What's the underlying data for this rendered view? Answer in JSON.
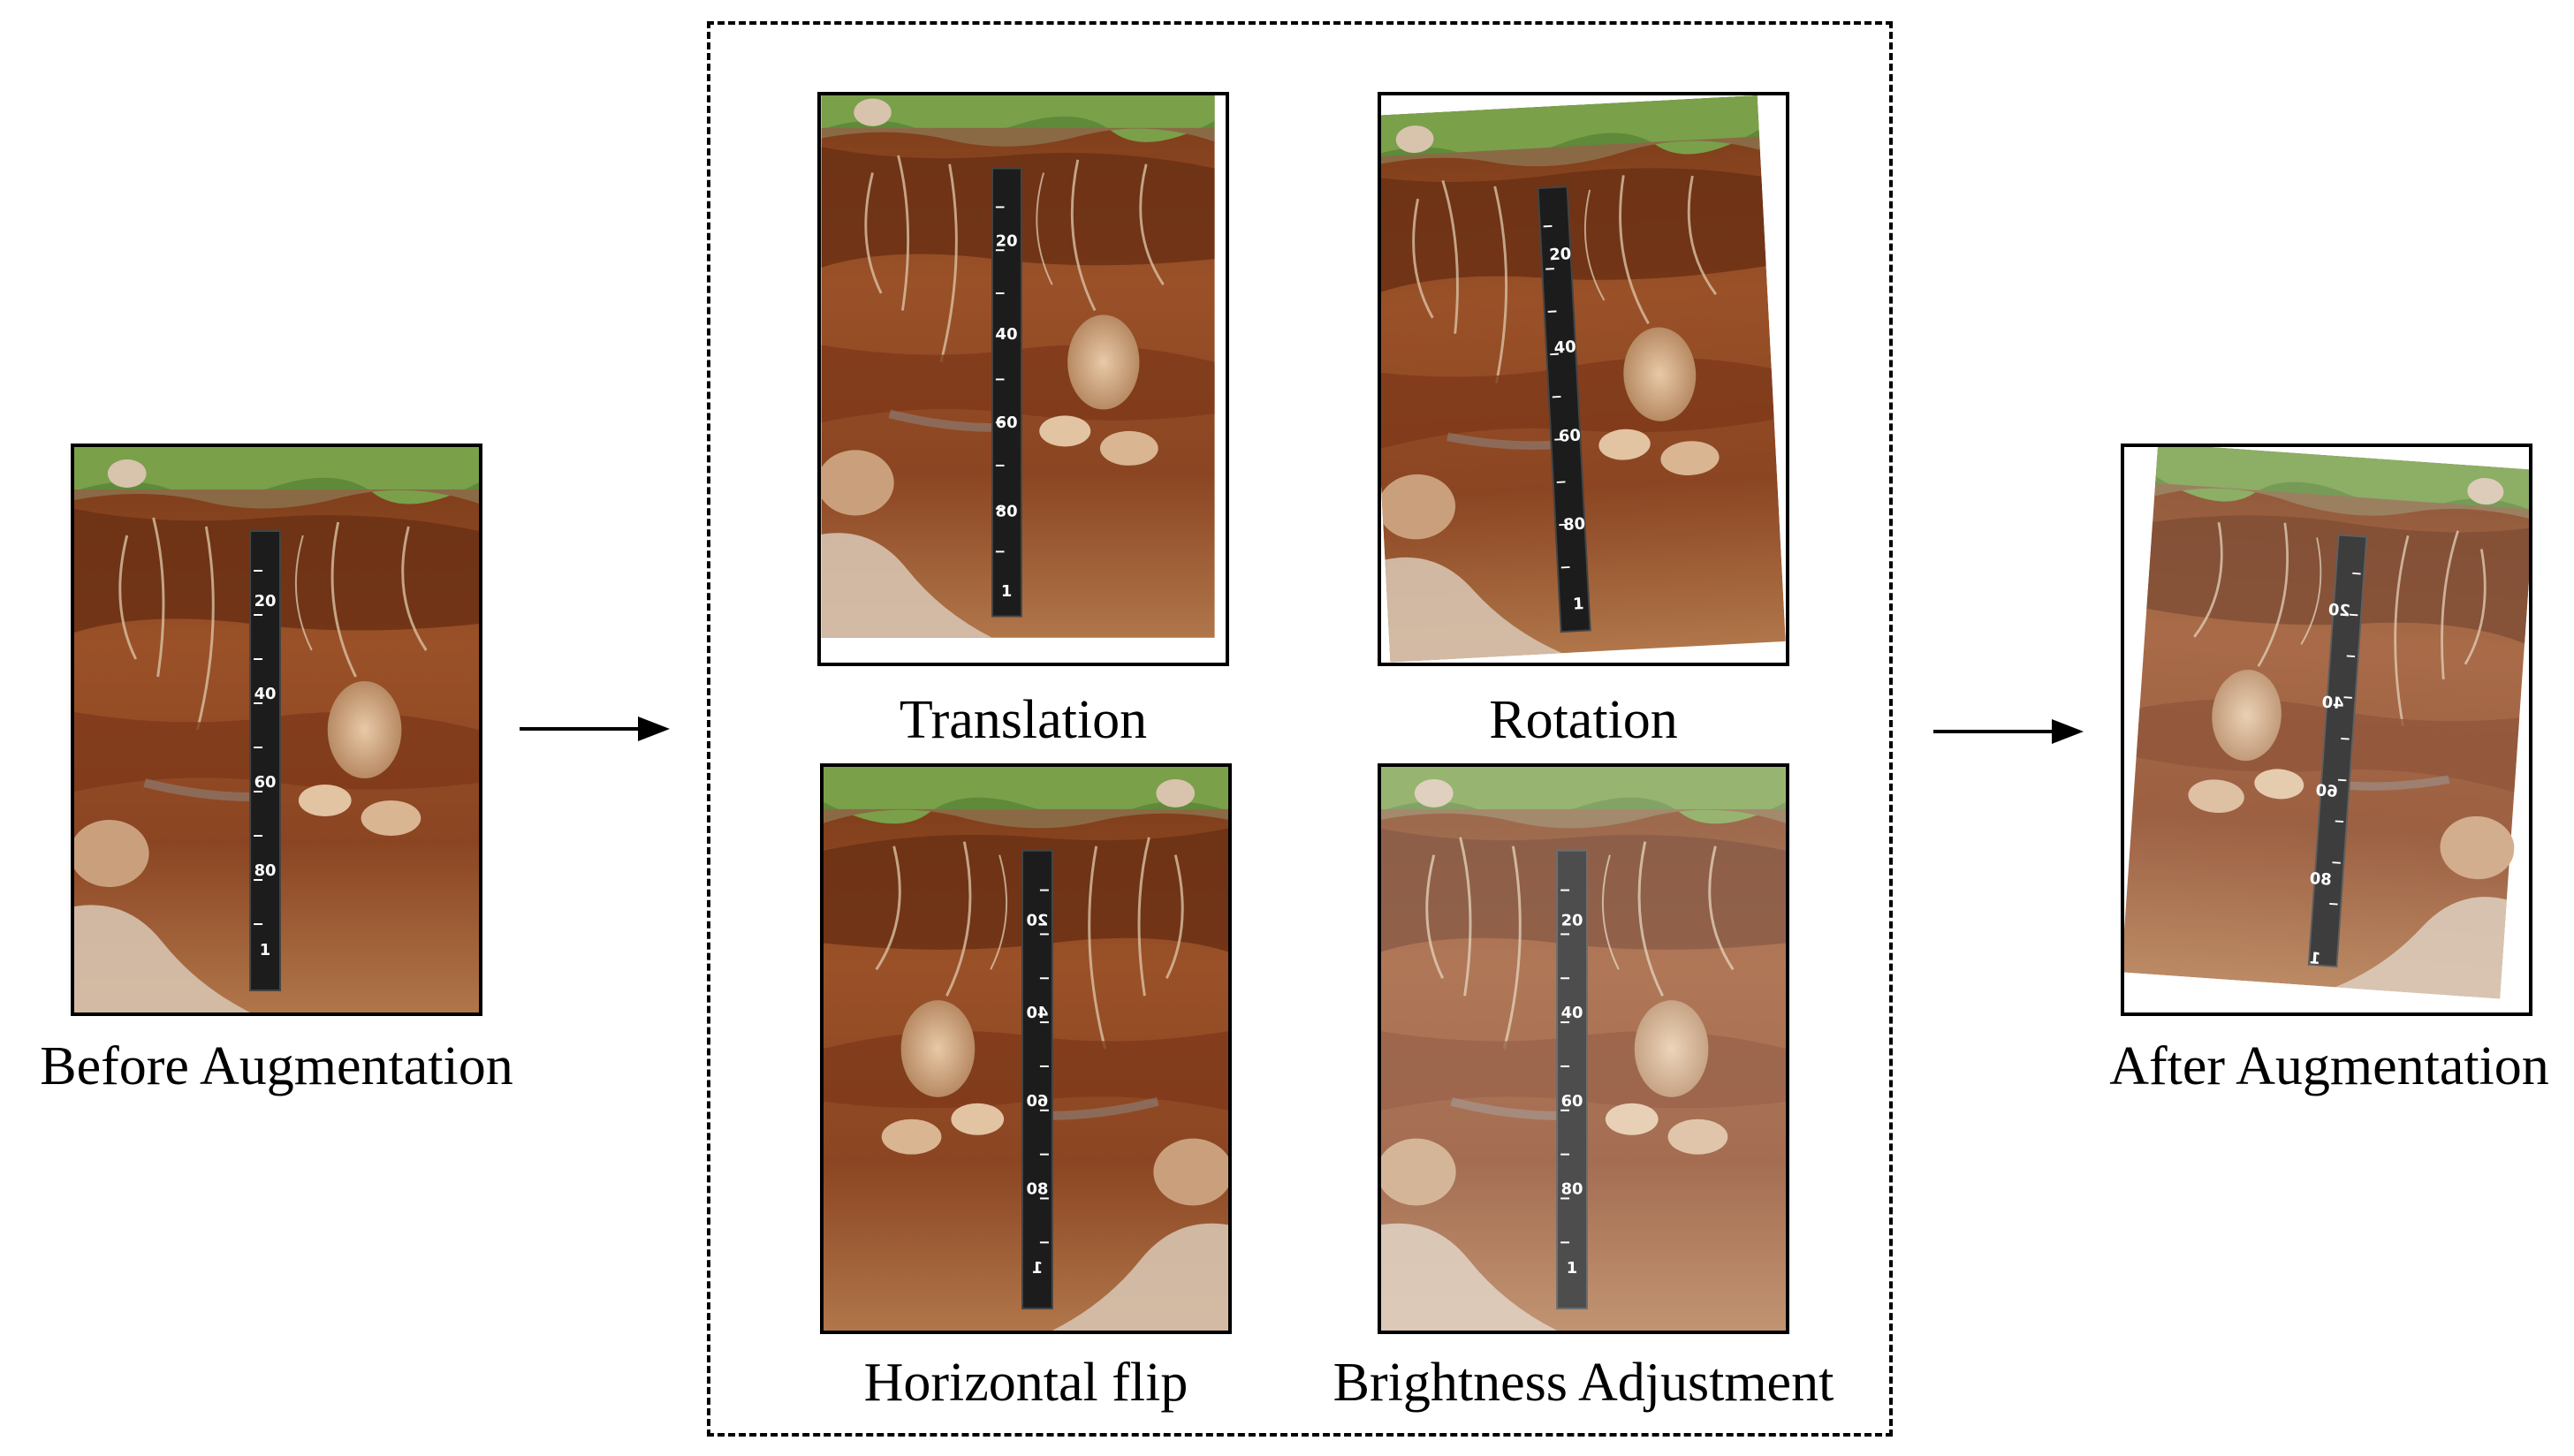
{
  "labels": {
    "before": "Before Augmentation",
    "translation": "Translation",
    "rotation": "Rotation",
    "horizontal_flip": "Horizontal flip",
    "brightness": "Brightness Adjustment",
    "after": "After Augmentation"
  },
  "tape_marks": [
    "20",
    "40",
    "60",
    "80",
    "1"
  ],
  "colors": {
    "soil_dark": "#6e3416",
    "soil_mid": "#9a5128",
    "soil_light": "#c98755",
    "vegetation": "#5f8a3a",
    "tape": "#1c1c1c",
    "line": "#000000"
  },
  "icons": [
    "right-arrow-icon",
    "soil-profile-photo"
  ]
}
